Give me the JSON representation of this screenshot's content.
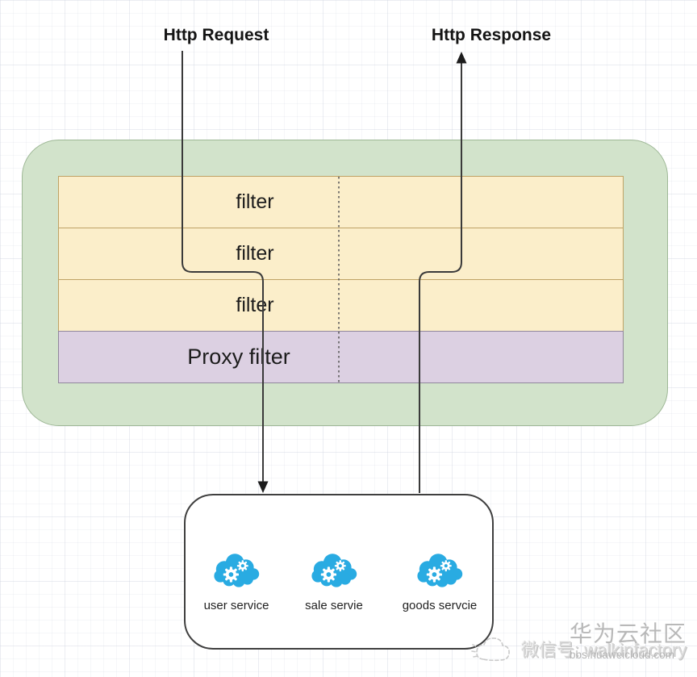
{
  "flow": {
    "request_label": "Http Request",
    "response_label": "Http Response"
  },
  "gateway": {
    "filters": [
      {
        "label": "filter"
      },
      {
        "label": "filter"
      },
      {
        "label": "filter"
      }
    ],
    "proxy_filter": {
      "label": "Proxy filter"
    }
  },
  "services": {
    "items": [
      {
        "name": "user service",
        "icon": "cloud-gears-icon"
      },
      {
        "name": "sale servie",
        "icon": "cloud-gears-icon"
      },
      {
        "name": "goods servcie",
        "icon": "cloud-gears-icon"
      }
    ]
  },
  "watermark": {
    "wechat_line": "微信号: walkinfactory",
    "brand": "华为云社区",
    "site": "bbs.huaweicloud.com"
  },
  "colors": {
    "container_green": "#d2e3cb",
    "filter_yellow": "#fbeeca",
    "proxy_purple": "#dcd0e2",
    "service_cloud_blue": "#29abe2",
    "line": "#3a3a3a"
  }
}
